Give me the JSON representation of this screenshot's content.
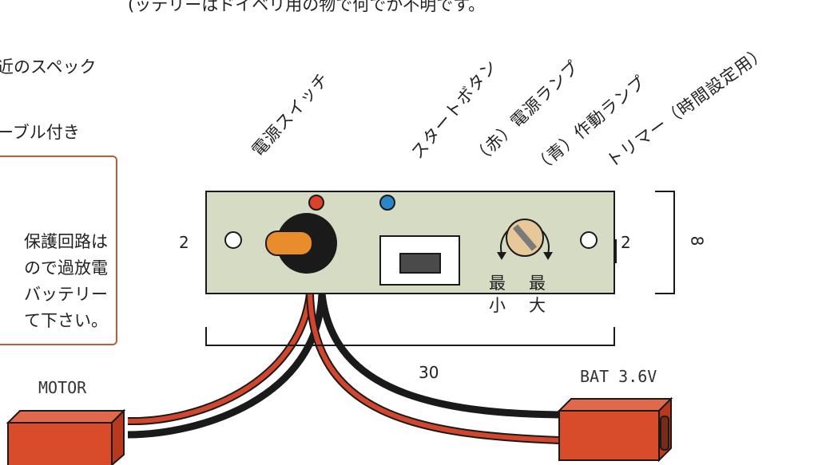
{
  "header": {
    "top_note": "(ッテリーはドイベリ用の物で何でか不明です。",
    "spec_line": "近のスペック",
    "cable_line": "ーブル付き"
  },
  "note_box": {
    "lines": [
      "保護回路は",
      "ので過放電",
      "バッテリー",
      "て下さい。"
    ]
  },
  "labels": {
    "power_switch": "電源スイッチ",
    "start_button": "スタートボタン",
    "power_lamp": "（赤）電源ランプ",
    "work_lamp": "（青）作動ランプ",
    "trimmer": "トリマー（時間設定用）",
    "min_top": "最",
    "min_bottom": "小",
    "max_top": "最",
    "max_bottom": "大",
    "motor": "MOTOR",
    "battery": "BAT 3.6V"
  },
  "dimensions": {
    "left": "2",
    "right": "2",
    "height": "8",
    "width": "30"
  },
  "colors": {
    "panel": "#d6dcc4",
    "lamp_red": "#d8432a",
    "lamp_blue": "#2a86c8",
    "switch": "#e88c2c",
    "connector": "#d94c2a",
    "wire_red": "#d2462e",
    "wire_black": "#1a1a1a",
    "note_border": "#c9573a"
  }
}
